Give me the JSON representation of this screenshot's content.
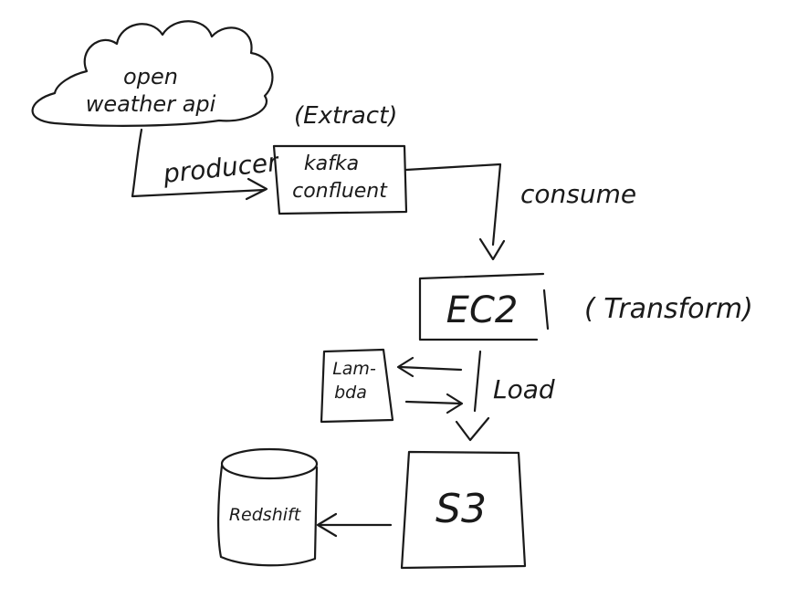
{
  "nodes": {
    "api_line1": "open",
    "api_line2": "weather api",
    "kafka_line1": "kafka",
    "kafka_line2": "confluent",
    "ec2": "EC2",
    "lambda_line1": "Lam-",
    "lambda_line2": "bda",
    "s3": "S3",
    "redshift": "Redshift"
  },
  "labels": {
    "extract": "(Extract)",
    "producer": "producer",
    "consume": "consume",
    "transform": "( Transform)",
    "load": "Load"
  }
}
